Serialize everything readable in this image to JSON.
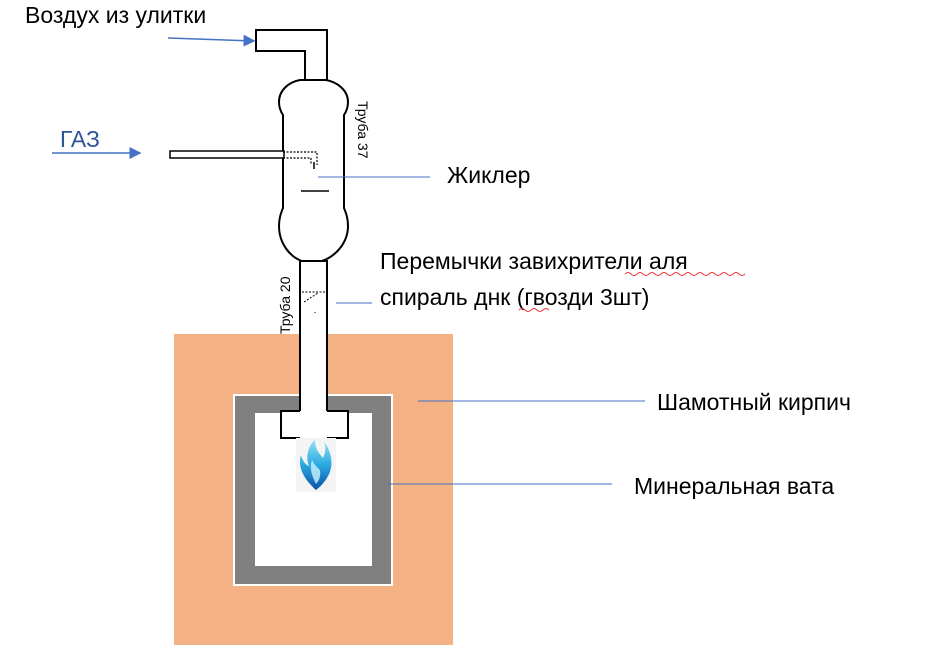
{
  "labels": {
    "air_in": "Воздух из улитки",
    "gas": "ГАЗ",
    "jet": "Жиклер",
    "swirl_line1": "Перемычки завихрители аля",
    "swirl_line2": "спираль днк (гвозди 3шт)",
    "fireclay": "Шамотный кирпич",
    "mineral_wool": "Минеральная вата",
    "pipe_37": "Труба 37",
    "pipe_20": "Труба 20"
  },
  "colors": {
    "fireclay_brick": "#F4B183",
    "mineral_wool": "#808080",
    "arrow": "#4472C4",
    "gas_text": "#2F5597",
    "flame": "#1E88D8"
  }
}
